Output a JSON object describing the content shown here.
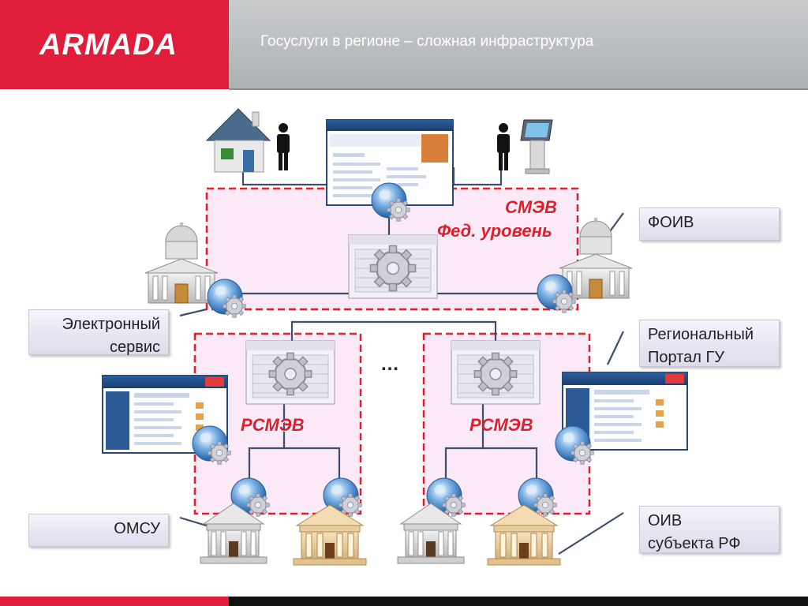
{
  "header": {
    "logo": "ARMADA",
    "title": "Госуслуги  в регионе – сложная инфраструктура"
  },
  "zones": {
    "federal_title": "СМЭВ",
    "federal_level": "Фед. уровень",
    "regional_left": "РСМЭВ",
    "regional_right": "РСМЭВ",
    "ellipsis": "…"
  },
  "callouts": {
    "foiv": "ФОИВ",
    "e_service_line1": "Электронный",
    "e_service_line2": "сервис",
    "regional_portal_line1": "Региональный",
    "regional_portal_line2": "Портал ГУ",
    "omsu": "ОМСУ",
    "oiv_line1": "ОИВ",
    "oiv_line2": "субъекта РФ"
  },
  "colors": {
    "brand_red": "#e11d3c",
    "zone_border": "#e11d2c",
    "zone_fill": "#fbe9f7",
    "network_line": "#3c4e6c"
  }
}
